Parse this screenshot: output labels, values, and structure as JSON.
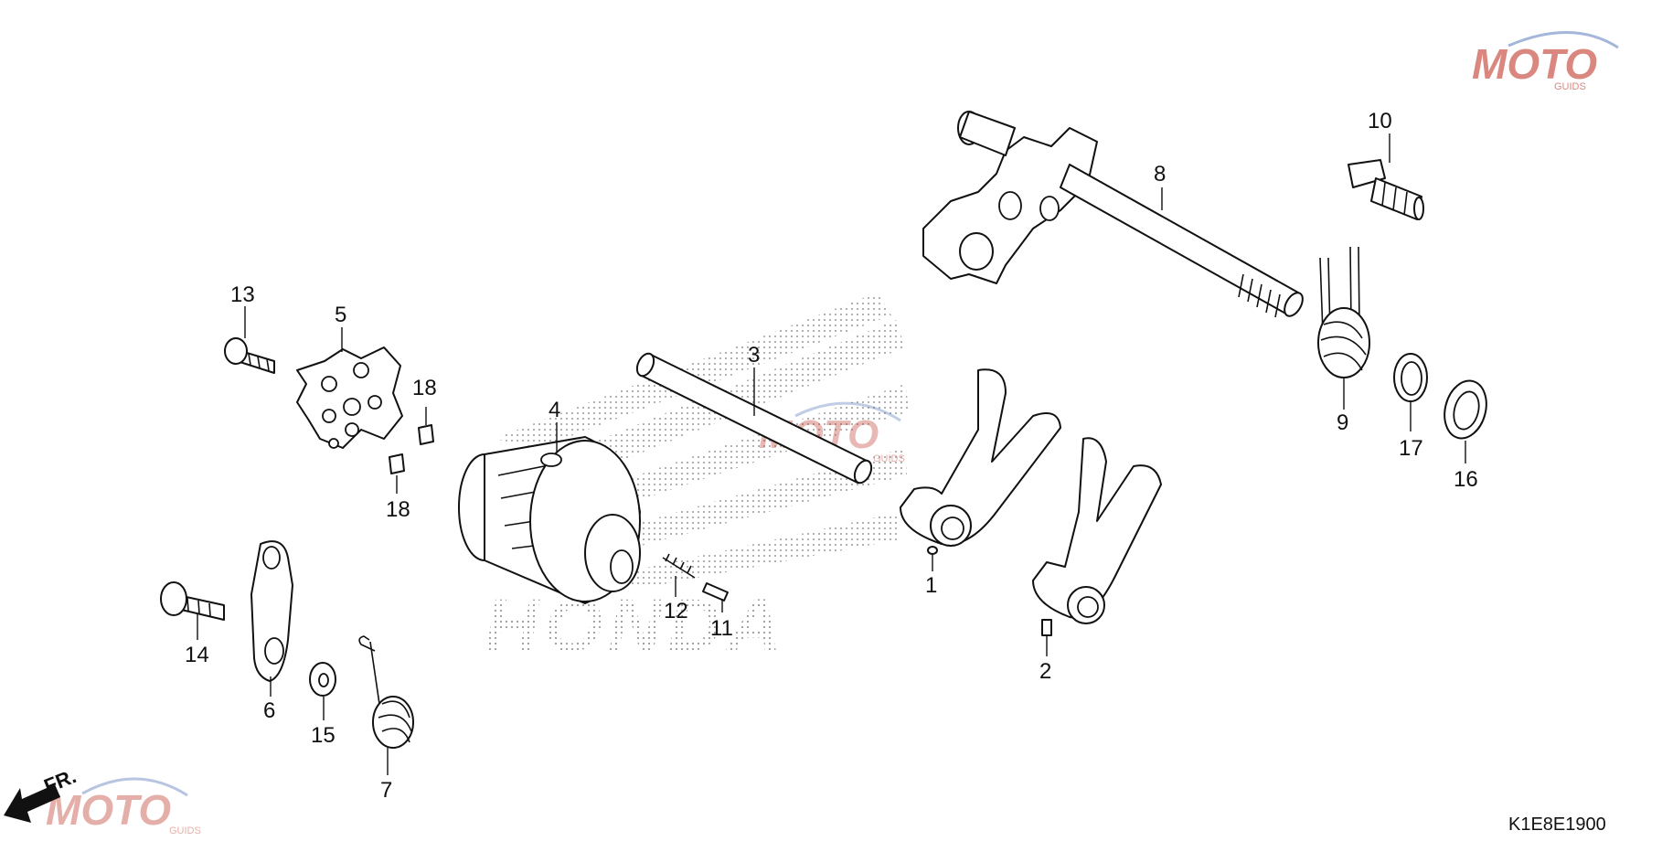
{
  "diagram": {
    "code": "K1E8E1900",
    "direction_label": "FR.",
    "watermark": {
      "brand": "HONDA",
      "logo": "MOTO",
      "logo_sub": "GUIDS",
      "accent": "#c0392b",
      "accent2": "#4a6fb5"
    },
    "callouts": [
      "1",
      "2",
      "3",
      "4",
      "5",
      "6",
      "7",
      "8",
      "9",
      "10",
      "11",
      "12",
      "13",
      "14",
      "15",
      "16",
      "17",
      "18",
      "18"
    ]
  }
}
